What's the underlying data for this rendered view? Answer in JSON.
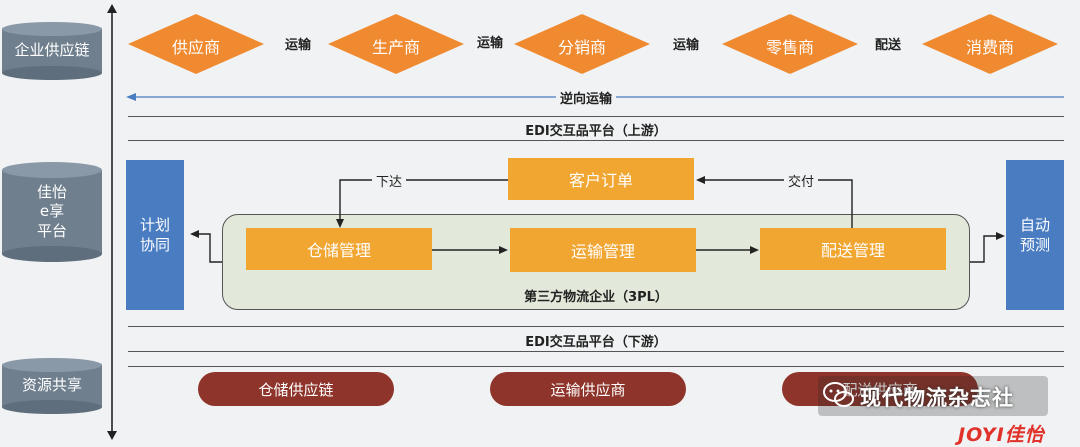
{
  "layers": {
    "supply_chain": "企业供应链",
    "platform": "佳怡\ne享\n平台",
    "resources": "资源共享"
  },
  "supply_chain": {
    "nodes": [
      "供应商",
      "生产商",
      "分销商",
      "零售商",
      "消费商"
    ],
    "links": [
      "运输",
      "运输",
      "运输",
      "配送"
    ],
    "reverse": "逆向运输"
  },
  "platforms": {
    "upstream": "EDI交互品平台（上游）",
    "downstream": "EDI交互品平台（下游）"
  },
  "platform_flow": {
    "customer_order": "客户订单",
    "dispatch": "下达",
    "deliver": "交付",
    "warehouse_mgmt": "仓储管理",
    "transport_mgmt": "运输管理",
    "distribution_mgmt": "配送管理",
    "third_party": "第三方物流企业（3PL）",
    "plan": "计划\n协同",
    "forecast": "自动\n预测"
  },
  "resources": [
    "仓储供应链",
    "运输供应商",
    "配送供应商"
  ],
  "watermark": {
    "text": "现代物流杂志社",
    "logo": "JOYI佳怡"
  },
  "colors": {
    "layer_cylinder": "#6f7f8e",
    "diamond": "#f08a30",
    "process_box": "#f0a631",
    "side_box": "#4a7cc2",
    "pill": "#8e342a",
    "arrow_blue": "#4a7cc2"
  }
}
